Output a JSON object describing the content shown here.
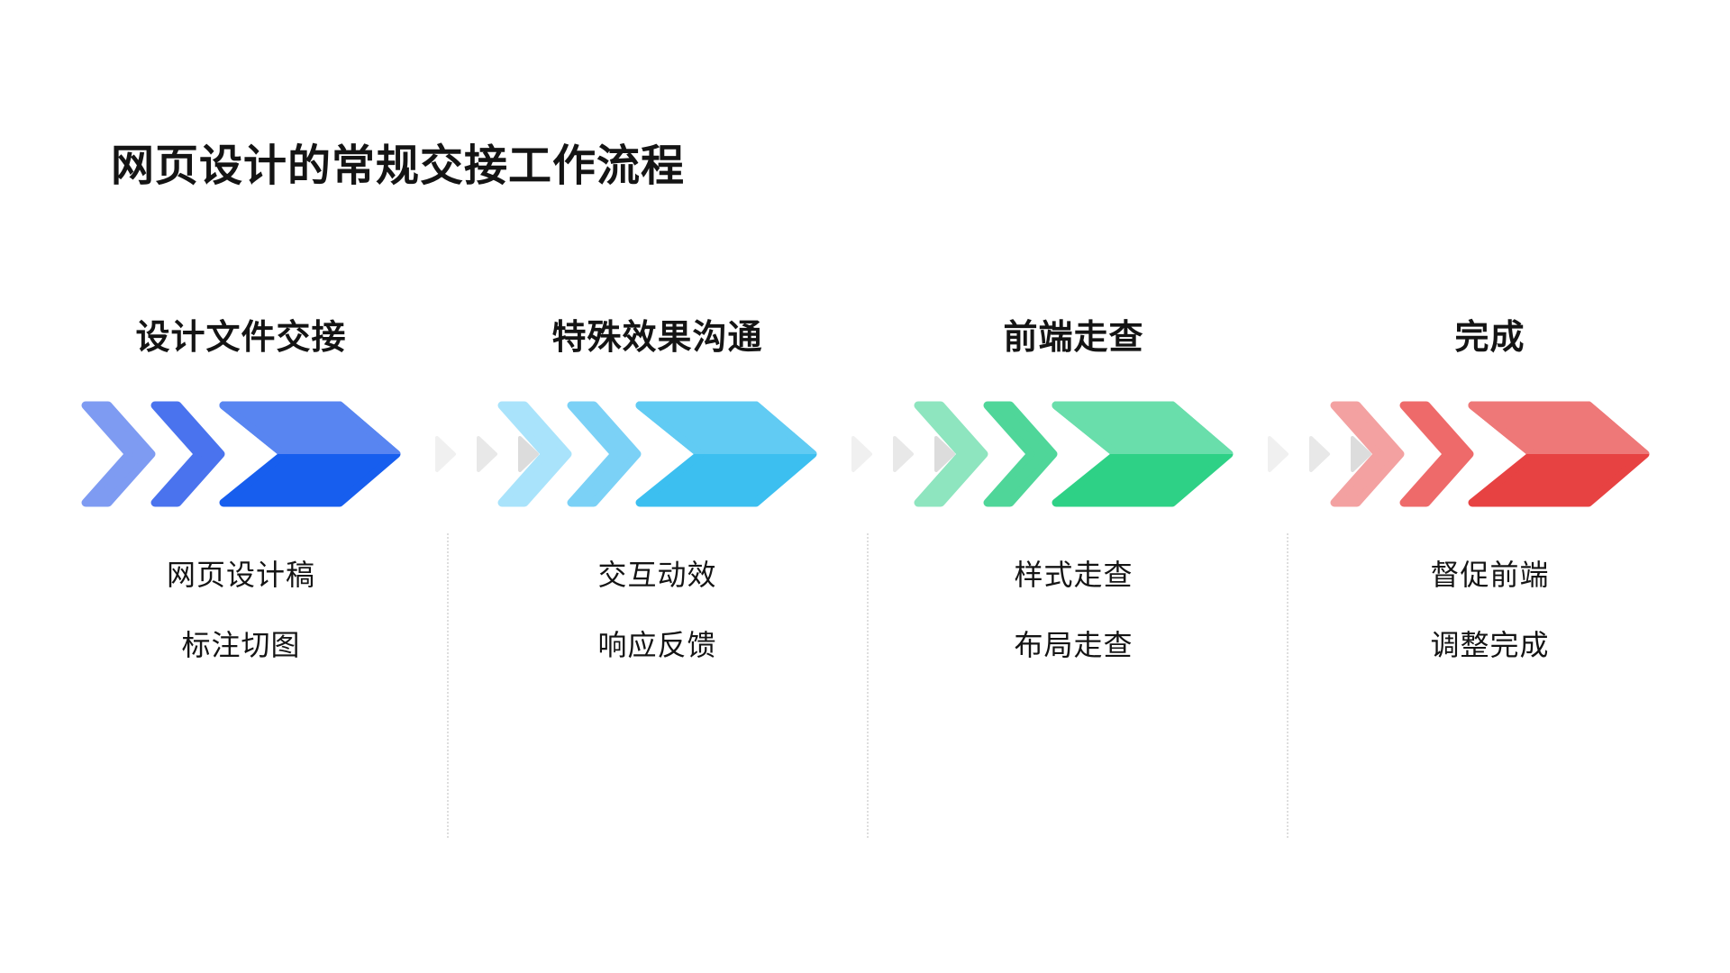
{
  "page": {
    "title": "网页设计的常规交接工作流程",
    "background": "#ffffff"
  },
  "stages": [
    {
      "title": "设计文件交接",
      "items": [
        "网页设计稿",
        "标注切图"
      ],
      "colors": {
        "chevron1": "#7E9BF2",
        "chevron2": "#4A73EE",
        "arrow_top": "#5885F1",
        "arrow_bottom": "#175EEE"
      }
    },
    {
      "title": "特殊效果沟通",
      "items": [
        "交互动效",
        "响应反馈"
      ],
      "colors": {
        "chevron1": "#A9E3FB",
        "chevron2": "#7BD1F6",
        "arrow_top": "#61CBF3",
        "arrow_bottom": "#3CBFF0"
      }
    },
    {
      "title": "前端走查",
      "items": [
        "样式走查",
        "布局走查"
      ],
      "colors": {
        "chevron1": "#8EE5BF",
        "chevron2": "#4FD699",
        "arrow_top": "#69DEAB",
        "arrow_bottom": "#2ED186"
      }
    },
    {
      "title": "完成",
      "items": [
        "督促前端",
        "调整完成"
      ],
      "colors": {
        "chevron1": "#F3A1A1",
        "chevron2": "#EE6A6A",
        "arrow_top": "#EE7878",
        "arrow_bottom": "#E74242"
      }
    }
  ],
  "connector": {
    "triangle_colors": [
      "#F0F0F0",
      "#E8E8E8",
      "#DCDCDC"
    ]
  },
  "separator_color": "#dedede"
}
